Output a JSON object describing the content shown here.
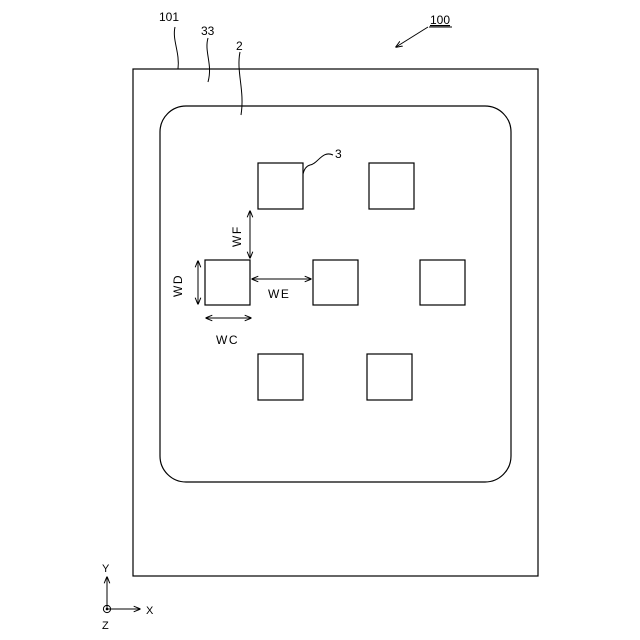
{
  "figure": {
    "ref_device": "100",
    "ref_substrate": "101",
    "ref_region": "33",
    "ref_area": "2",
    "ref_element": "3",
    "dimensions": {
      "wc": "WC",
      "wd": "WD",
      "we": "WE",
      "wf": "WF"
    },
    "axes": {
      "x": "X",
      "y": "Y",
      "z": "Z"
    },
    "colors": {
      "line": "#000000",
      "background": "#ffffff"
    }
  }
}
